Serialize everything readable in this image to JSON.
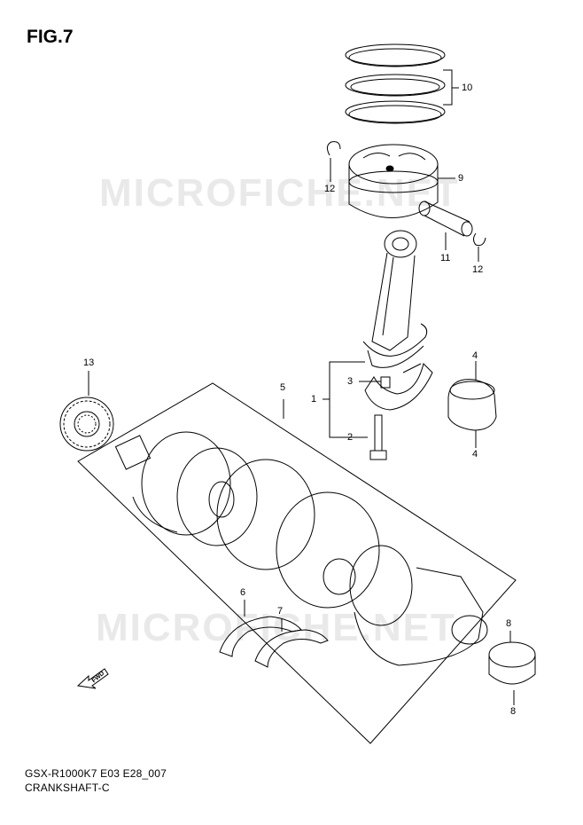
{
  "figure": {
    "title": "FIG.7"
  },
  "watermark": {
    "text": "MICROFICHE.NET",
    "repeat_text": "MICROFICHE.NET"
  },
  "callouts": {
    "c1": "1",
    "c2": "2",
    "c3": "3",
    "c4a": "4",
    "c4b": "4",
    "c5": "5",
    "c6": "6",
    "c7": "7",
    "c8a": "8",
    "c8b": "8",
    "c9": "9",
    "c10": "10",
    "c11": "11",
    "c12a": "12",
    "c12b": "12",
    "c13": "13"
  },
  "direction_marker": {
    "text": "FWD"
  },
  "footer": {
    "model_code": "GSX-R1000K7 E03 E28_007",
    "section": "CRANKSHAFT-C"
  }
}
